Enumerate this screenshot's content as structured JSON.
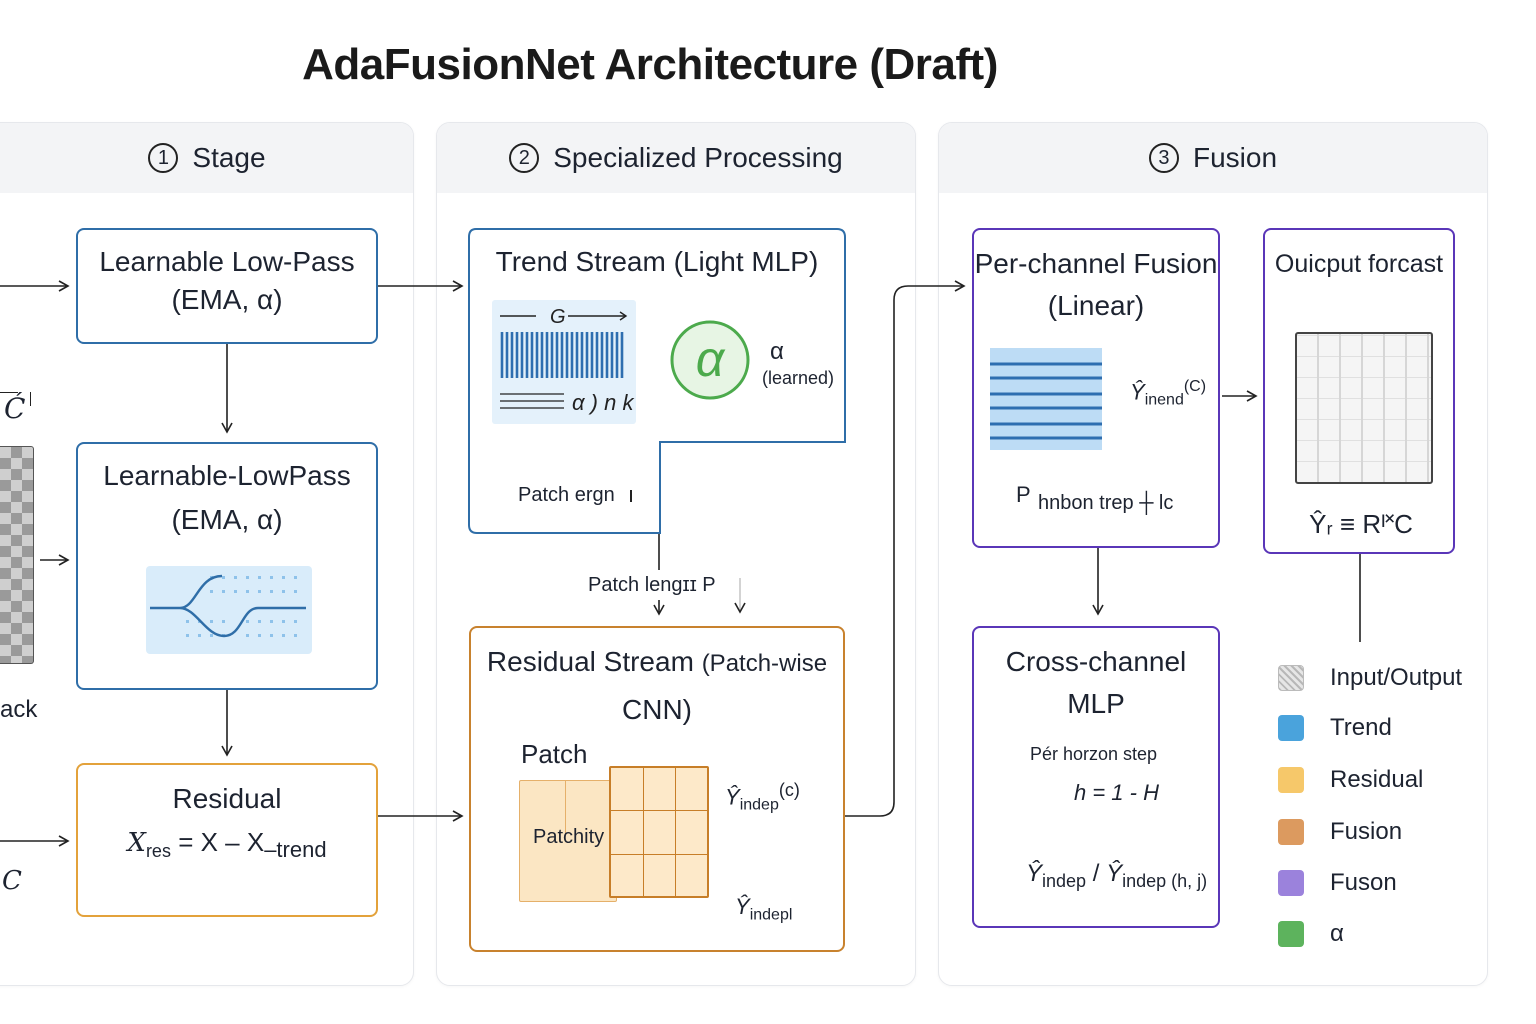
{
  "title": "AdaFusionNet Architecture (Draft)",
  "stages": [
    {
      "num": "1",
      "label": "Stage"
    },
    {
      "num": "2",
      "label": "Specialized Processing"
    },
    {
      "num": "3",
      "label": "Fusion"
    }
  ],
  "left_edge": {
    "c_hat": "Ć",
    "ack": "ack",
    "c": "C"
  },
  "stage1": {
    "lowpass1": {
      "line1": "Learnable Low-Pass",
      "line2": "(EMA, α)"
    },
    "lowpass2": {
      "line1": "Learnable-LowPass",
      "line2": "(EMA, α)"
    },
    "residual": {
      "title": "Residual",
      "formula_x": "X",
      "formula_res": "res",
      "formula_eq": "= X – X",
      "formula_trend": "–trend"
    }
  },
  "stage2": {
    "trend": {
      "title": "Trend Stream (Light MLP)",
      "g_label": "G",
      "ank": "α ) n k",
      "alpha_big": "α",
      "alpha_small": "α",
      "learned": "(learned)",
      "patch_note": "Patch ergn"
    },
    "patch_length": "Patch lengɪɪ P",
    "residual": {
      "title1": "Residual Stream",
      "title1b": "(Patch-wise",
      "title2": "CNN)",
      "patch": "Patch",
      "patchity": "Patchity",
      "yindep": "Ŷ",
      "yindep_sub": "indep",
      "yindep_sup": "(c)",
      "yindepl": "Ŷ",
      "yindepl_sub": "indepl"
    }
  },
  "stage3": {
    "perchannel": {
      "line1": "Per-channel Fusion",
      "line2": "(Linear)",
      "yinend": "Ŷ",
      "yinend_sub": "inend",
      "yinend_sup": "(C)",
      "p": "P",
      "hnbon": "hnbon trep ┼ lc"
    },
    "output": {
      "title": "Ouicput forcast",
      "formula": "Ŷᵣ ≡ Rᴵ˟C"
    },
    "cross": {
      "line1": "Cross-channel",
      "line2": "MLP",
      "per": "Pér horzon step",
      "h": "h = 1 - H",
      "y1": "Ŷ",
      "y1_sub": "indep",
      "slash": " / ",
      "y2": "Ŷ",
      "y2_sub": "indep (h, j)"
    }
  },
  "legend": [
    {
      "label": "Input/Output",
      "color": "#c9c9c9",
      "icon": "hatched-square-icon"
    },
    {
      "label": "Trend",
      "color": "#4aa3dc",
      "icon": "blue-square-icon"
    },
    {
      "label": "Residual",
      "color": "#f6c86a",
      "icon": "yellow-square-icon"
    },
    {
      "label": "Fusion",
      "color": "#dc9a5f",
      "icon": "orange-square-icon"
    },
    {
      "label": "Fuson",
      "color": "#9b82dc",
      "icon": "purple-square-icon"
    },
    {
      "label": "α",
      "color": "#5db35d",
      "icon": "green-square-icon"
    }
  ]
}
